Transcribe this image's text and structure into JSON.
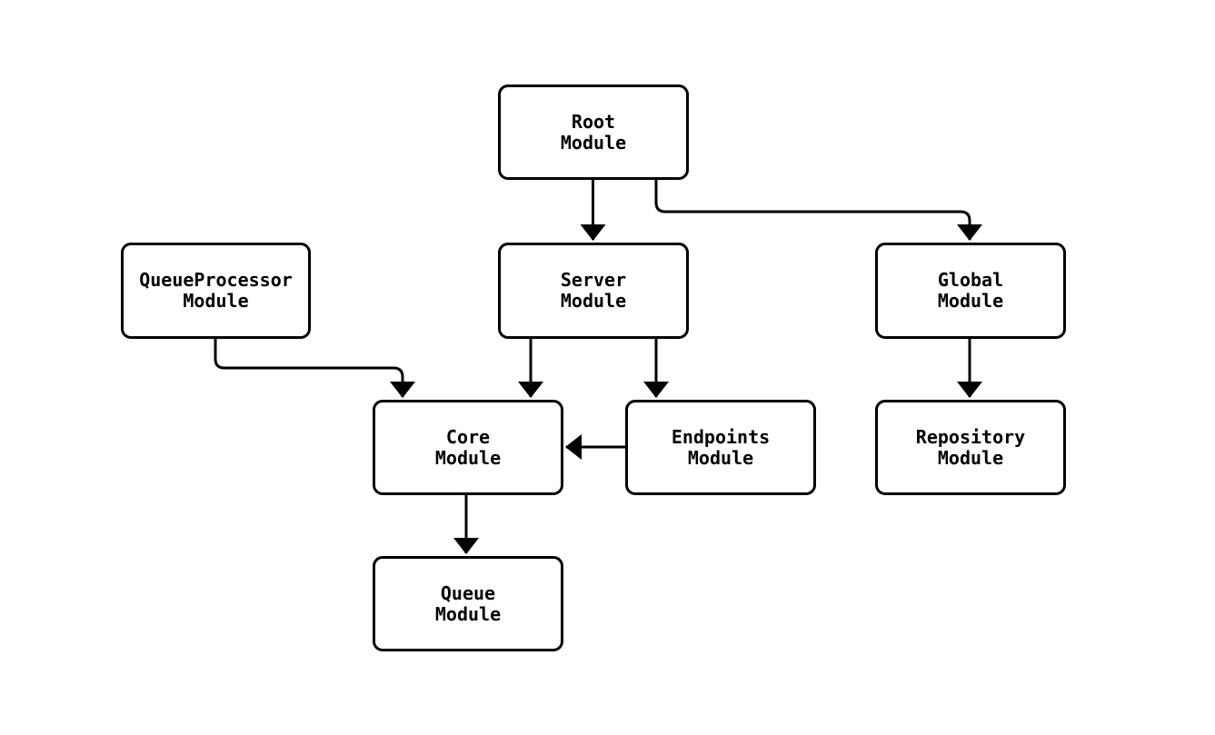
{
  "diagram": {
    "type": "flowchart",
    "colors": {
      "background": "#ffffff",
      "node_fill": "#ffffff",
      "node_border": "#000000",
      "edge_stroke": "#000000",
      "text": "#000000"
    },
    "nodes": {
      "root": {
        "label": "Root\nModule"
      },
      "queueprocessor": {
        "label": "QueueProcessor\nModule"
      },
      "server": {
        "label": "Server\nModule"
      },
      "global": {
        "label": "Global\nModule"
      },
      "core": {
        "label": "Core\nModule"
      },
      "endpoints": {
        "label": "Endpoints\nModule"
      },
      "repository": {
        "label": "Repository\nModule"
      },
      "queue": {
        "label": "Queue\nModule"
      }
    },
    "edges": [
      {
        "from": "Root Module",
        "to": "Server Module"
      },
      {
        "from": "Root Module",
        "to": "Global Module"
      },
      {
        "from": "QueueProcessor Module",
        "to": "Core Module"
      },
      {
        "from": "Server Module",
        "to": "Core Module"
      },
      {
        "from": "Server Module",
        "to": "Endpoints Module"
      },
      {
        "from": "Global Module",
        "to": "Repository Module"
      },
      {
        "from": "Endpoints Module",
        "to": "Core Module"
      },
      {
        "from": "Core Module",
        "to": "Queue Module"
      }
    ]
  }
}
